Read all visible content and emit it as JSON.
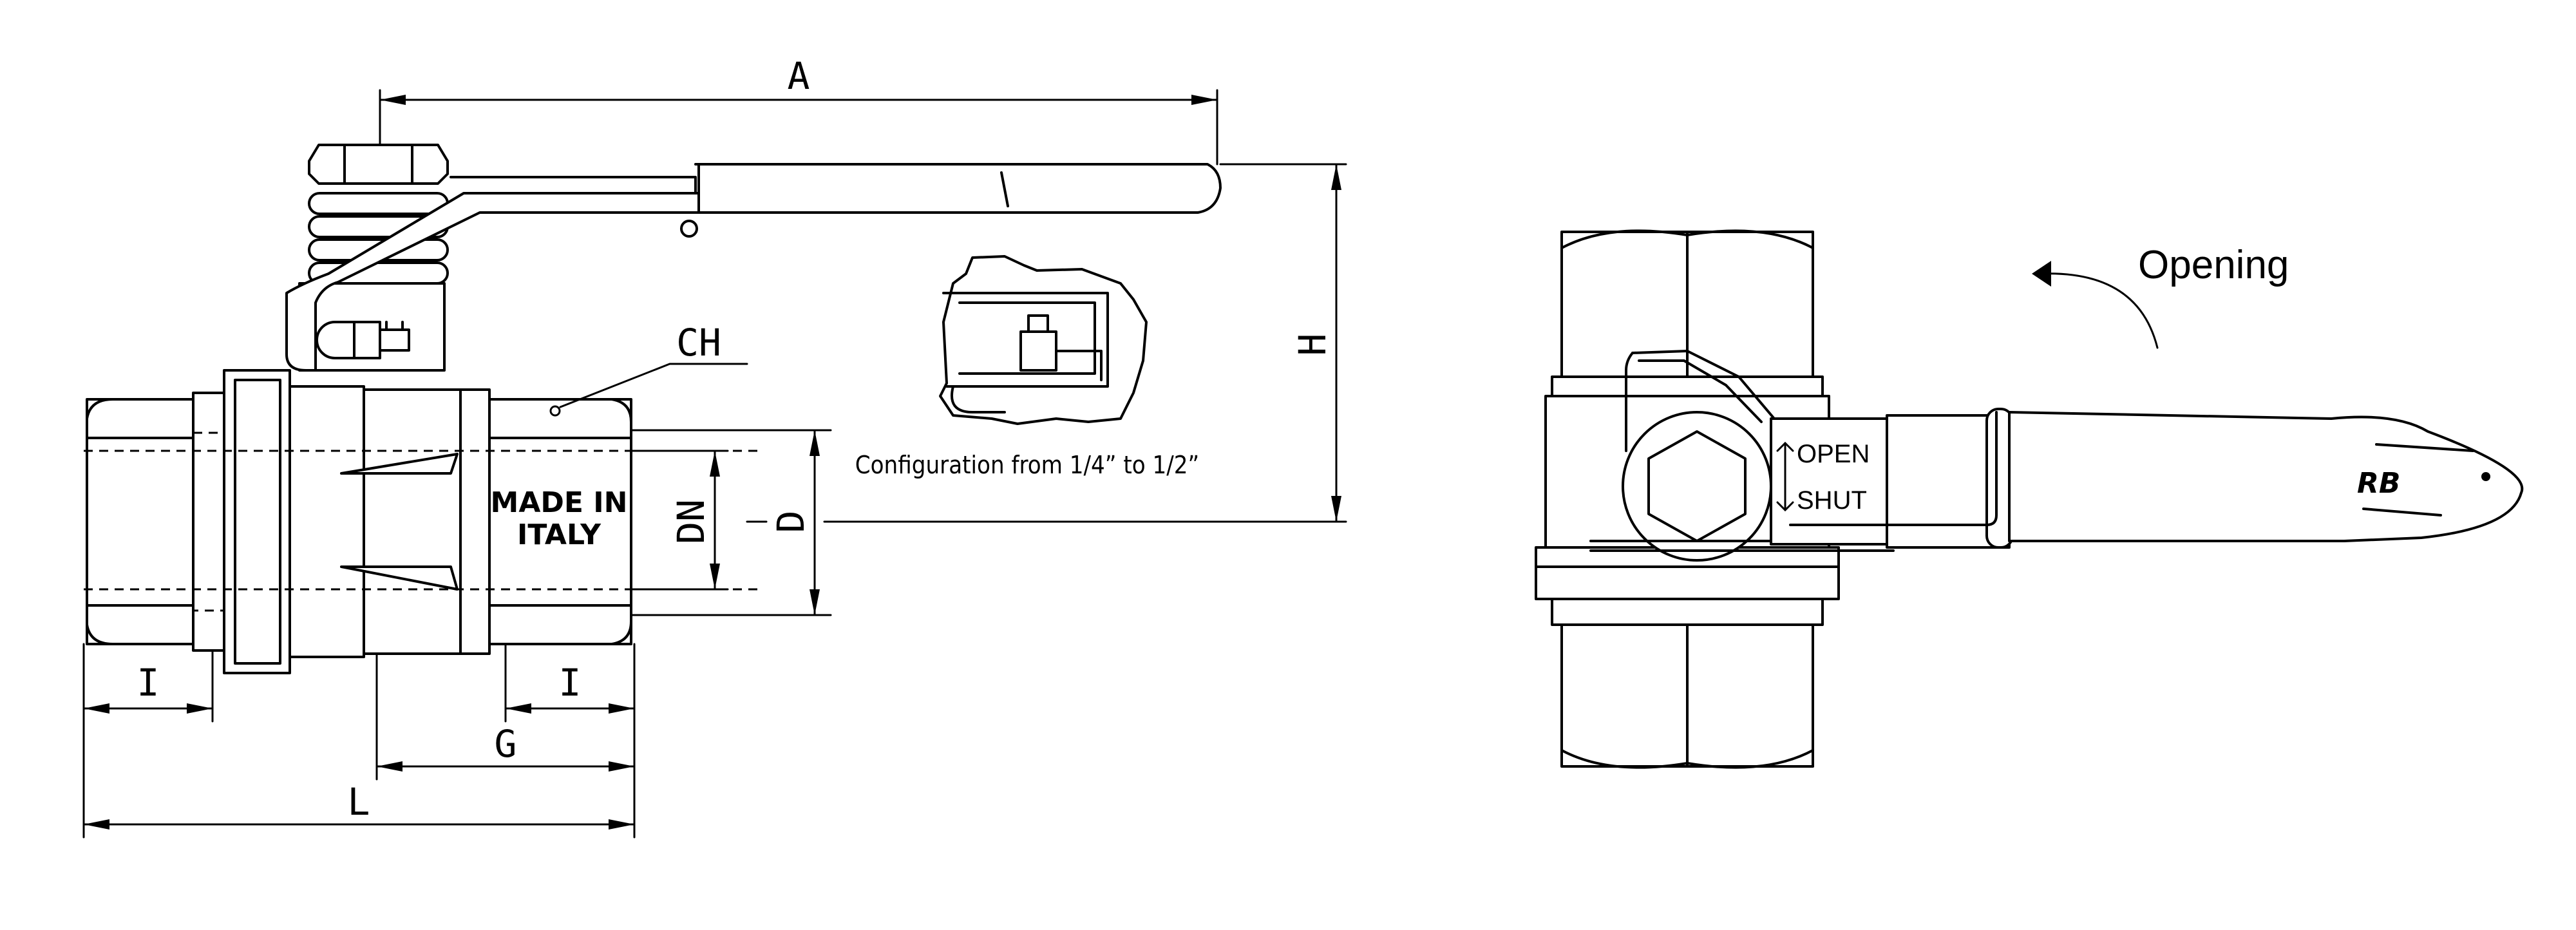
{
  "dimensions": {
    "a": "A",
    "h": "H",
    "ch": "CH",
    "dn": "DN",
    "d": "D",
    "i_left": "I",
    "i_right": "I",
    "g": "G",
    "l": "L"
  },
  "body_marking": {
    "line1": "MADE IN",
    "line2": "ITALY"
  },
  "configuration_note": "Configuration from 1/4” to 1/2”",
  "handle_labels": {
    "open": "OPEN",
    "shut": "SHUT"
  },
  "opening_label": "Opening",
  "logo_text": "RB"
}
